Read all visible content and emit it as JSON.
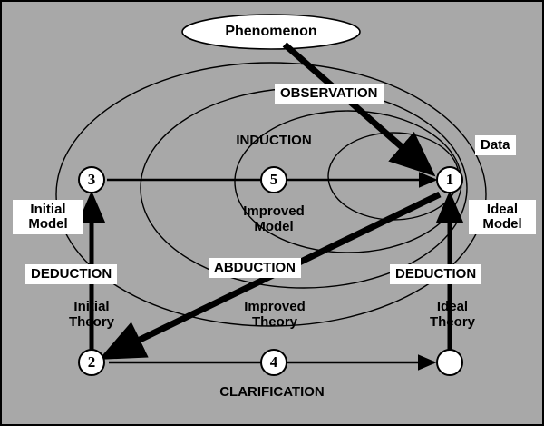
{
  "diagram": {
    "title": "Phenomenon",
    "background_color": "#a8a8a8",
    "nodes": [
      {
        "id": "n3",
        "label": "3"
      },
      {
        "id": "n5",
        "label": "5"
      },
      {
        "id": "n1",
        "label": "1"
      },
      {
        "id": "n2",
        "label": "2"
      },
      {
        "id": "n4",
        "label": "4"
      },
      {
        "id": "n6",
        "label": ""
      }
    ],
    "boxed_labels": [
      {
        "id": "observation",
        "text": "OBSERVATION"
      },
      {
        "id": "data",
        "text": "Data"
      },
      {
        "id": "initial-model",
        "text": "Initial\nModel"
      },
      {
        "id": "ideal-model",
        "text": "Ideal\nModel"
      },
      {
        "id": "deduction-left",
        "text": "DEDUCTION"
      },
      {
        "id": "abduction",
        "text": "ABDUCTION"
      },
      {
        "id": "deduction-right",
        "text": "DEDUCTION"
      }
    ],
    "plain_labels": [
      {
        "id": "induction",
        "text": "INDUCTION"
      },
      {
        "id": "improved-model",
        "text": "Improved\nModel"
      },
      {
        "id": "initial-theory",
        "text": "Initial\nTheory"
      },
      {
        "id": "improved-theory",
        "text": "Improved\nTheory"
      },
      {
        "id": "ideal-theory",
        "text": "Ideal\nTheory"
      },
      {
        "id": "clarification",
        "text": "CLARIFICATION"
      }
    ]
  }
}
